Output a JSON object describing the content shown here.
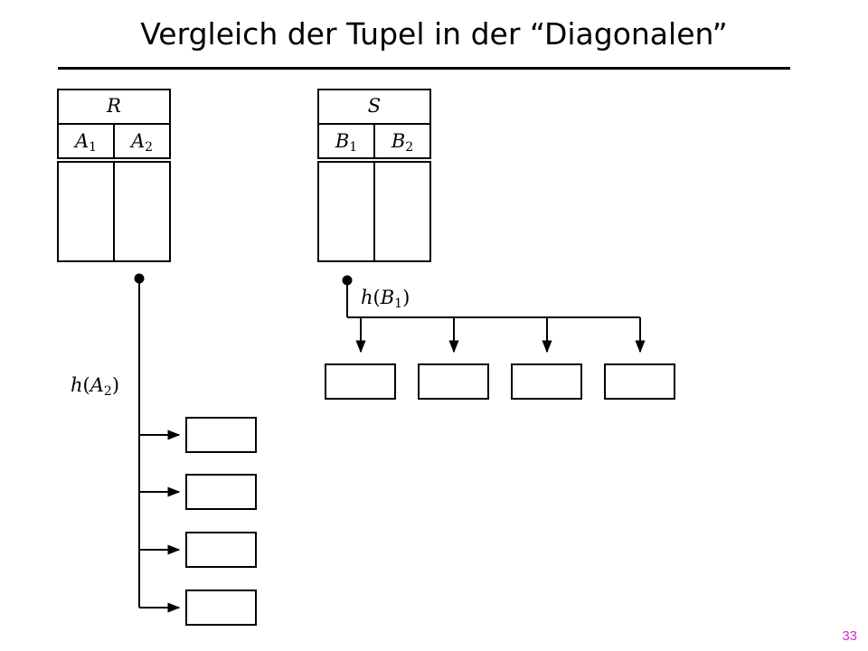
{
  "title": "Vergleich der Tupel in der “Diagonalen”",
  "page_number": "33",
  "colors": {
    "line": "#000000",
    "page_number": "#cc33cc"
  },
  "relation_r": {
    "name": "R",
    "attr1": {
      "base": "A",
      "sub": "1"
    },
    "attr2": {
      "base": "A",
      "sub": "2"
    }
  },
  "relation_s": {
    "name": "S",
    "attr1": {
      "base": "B",
      "sub": "1"
    },
    "attr2": {
      "base": "B",
      "sub": "2"
    }
  },
  "hash_r": {
    "fn": "h",
    "arg": "A",
    "sub": "2"
  },
  "hash_s": {
    "fn": "h",
    "arg": "B",
    "sub": "1"
  },
  "bucket_count_r": 4,
  "bucket_count_s": 4
}
